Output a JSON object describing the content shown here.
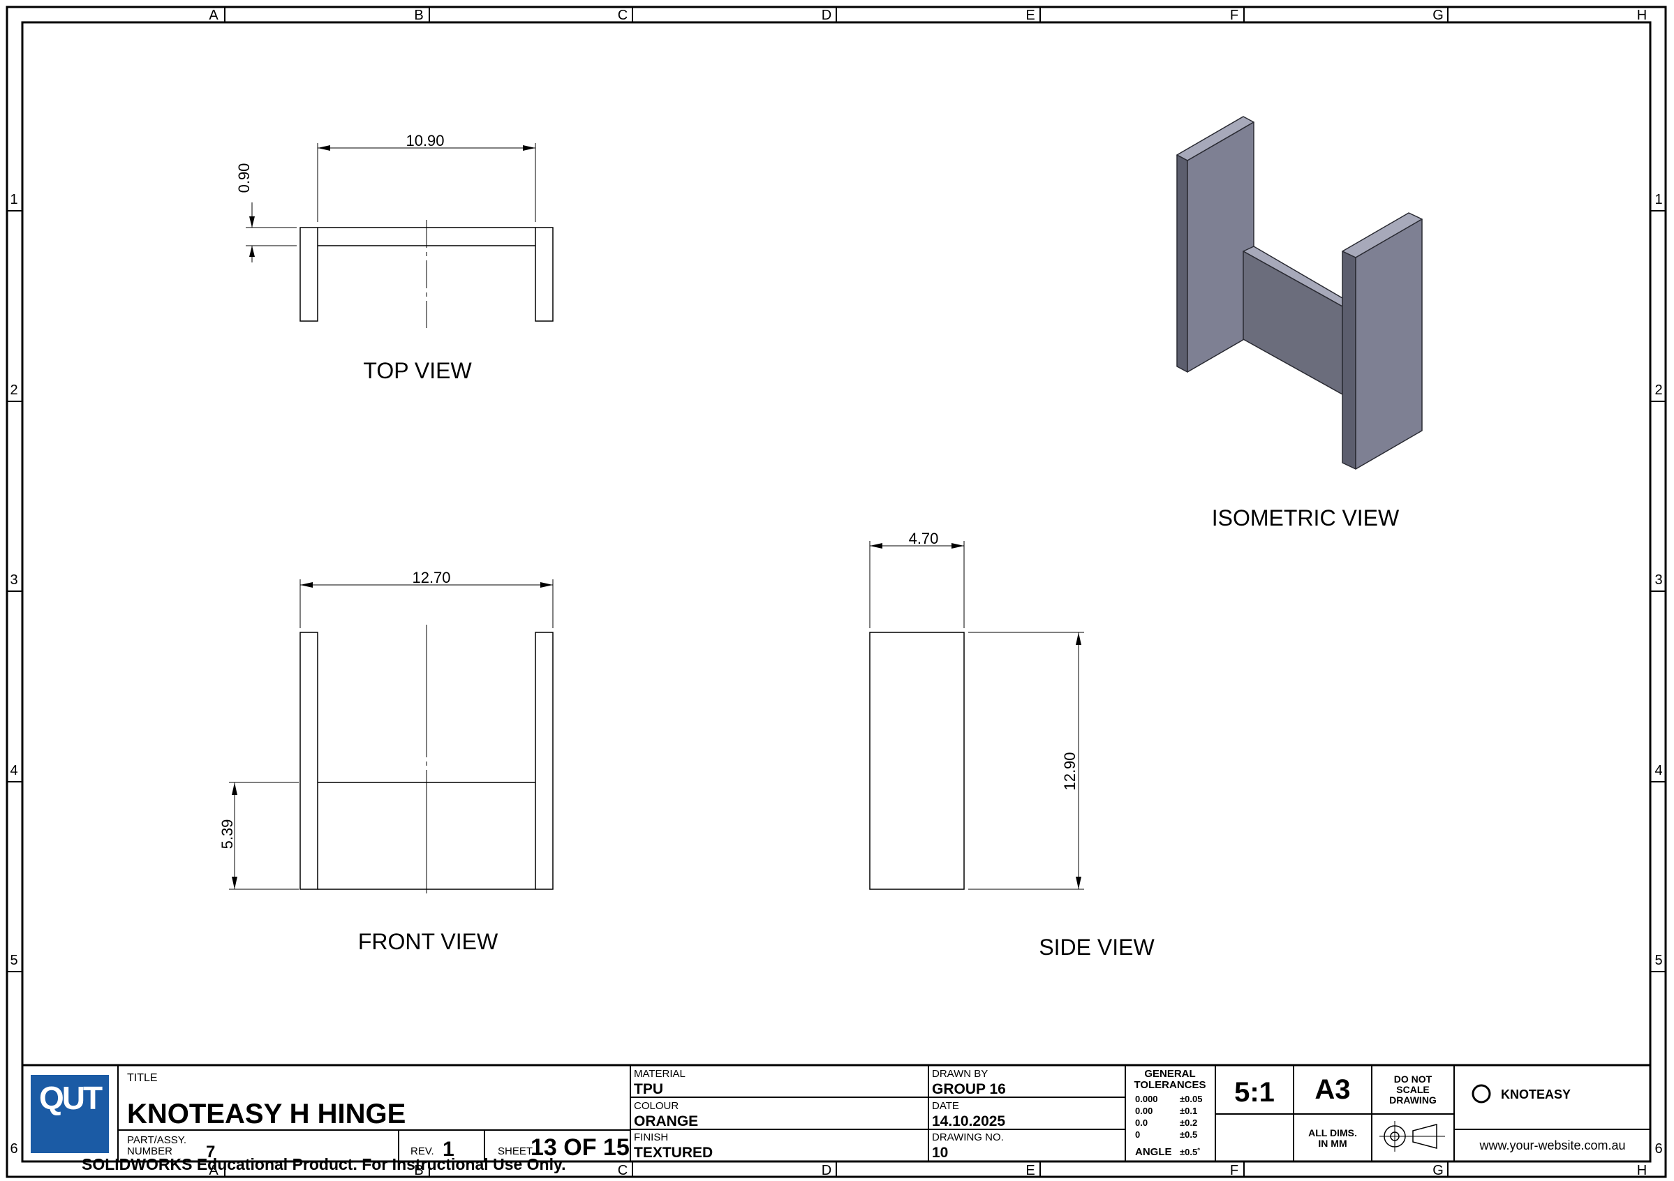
{
  "border": {
    "columns": [
      "A",
      "B",
      "C",
      "D",
      "E",
      "F",
      "G",
      "H"
    ],
    "rows": [
      "1",
      "2",
      "3",
      "4",
      "5",
      "6"
    ]
  },
  "views": {
    "top": {
      "label": "TOP VIEW",
      "dim_width": "10.90",
      "dim_thickness": "0.90"
    },
    "front": {
      "label": "FRONT VIEW",
      "dim_width": "12.70",
      "dim_height": "5.39"
    },
    "side": {
      "label": "SIDE VIEW",
      "dim_width": "4.70",
      "dim_height": "12.90"
    },
    "isometric": {
      "label": "ISOMETRIC VIEW"
    }
  },
  "title_block": {
    "logo_text": "QUT",
    "title_label": "TITLE",
    "title": "KNOTEASY H HINGE",
    "part_label_1": "PART/ASSY.",
    "part_label_2": "NUMBER",
    "part_number": "7",
    "rev_label": "REV.",
    "rev": "1",
    "sheet_label": "SHEET",
    "sheet": "13 OF 15",
    "material_label": "MATERIAL",
    "material": "TPU",
    "colour_label": "COLOUR",
    "colour": "ORANGE",
    "finish_label": "FINISH",
    "finish": "TEXTURED",
    "drawn_by_label": "DRAWN BY",
    "drawn_by": "GROUP 16",
    "date_label": "DATE",
    "date": "14.10.2025",
    "drawing_no_label": "DRAWING NO.",
    "drawing_no": "10",
    "tolerances": {
      "heading_1": "GENERAL",
      "heading_2": "TOLERANCES",
      "rows": [
        {
          "format": "0.000",
          "value": "±0.05"
        },
        {
          "format": "0.00",
          "value": "±0.1"
        },
        {
          "format": "0.0",
          "value": "±0.2"
        },
        {
          "format": "0",
          "value": "±0.5"
        }
      ],
      "angle_label": "ANGLE",
      "angle_value": "±0.5˚"
    },
    "scale": "5:1",
    "paper_size": "A3",
    "do_not_scale_1": "DO NOT",
    "do_not_scale_2": "SCALE",
    "do_not_scale_3": "DRAWING",
    "all_dims_1": "ALL DIMS.",
    "all_dims_2": "IN MM",
    "company": "KNOTEASY",
    "website": "www.your-website.com.au"
  },
  "watermark": "SOLIDWORKS Educational Product. For Instructional Use Only.",
  "colors": {
    "qut_blue": "#1B5BA5",
    "iso_front_face": "#7E8093",
    "iso_side_face": "#5C5E6E",
    "iso_top_face": "#A7A9BA",
    "iso_web_face": "#6B6D7C"
  }
}
